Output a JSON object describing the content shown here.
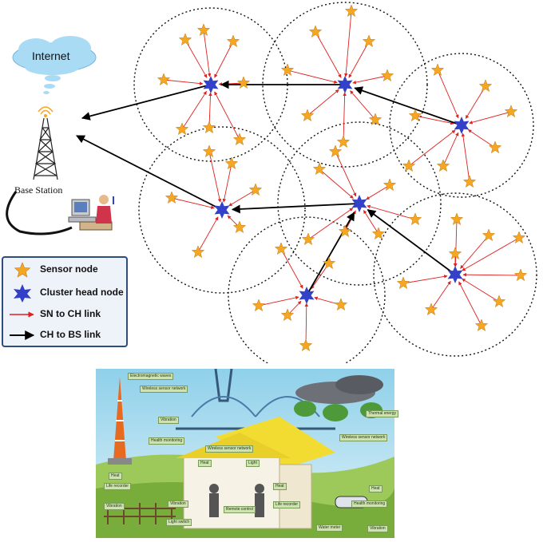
{
  "diagram": {
    "internet_label": "Internet",
    "base_station_label": "Base Station",
    "legend": {
      "sensor_node": "Sensor node",
      "cluster_head_node": "Cluster head node",
      "sn_to_ch_link": "SN to CH link",
      "ch_to_bs_link": "CH to BS link"
    },
    "colors": {
      "sensor_star": "#f5a623",
      "cluster_head": "#3340c8",
      "sn_link": "#e02020",
      "ch_link": "#000000",
      "cloud": "#a9dcf4",
      "legend_border": "#2f4d7a"
    }
  },
  "iot_illustration": {
    "labels": [
      "Electromagnetic waves",
      "Wireless sensor network",
      "Vibration",
      "Health monitoring",
      "Wireless sensor network",
      "Heat",
      "Light",
      "Heat",
      "Life recorder",
      "Vibration",
      "Light switch",
      "Vibration",
      "Remote control",
      "Heat",
      "Life recorder",
      "Thermal energy",
      "Wireless sensor network",
      "Heat",
      "Health monitoring",
      "Vibration",
      "Water meter"
    ]
  }
}
